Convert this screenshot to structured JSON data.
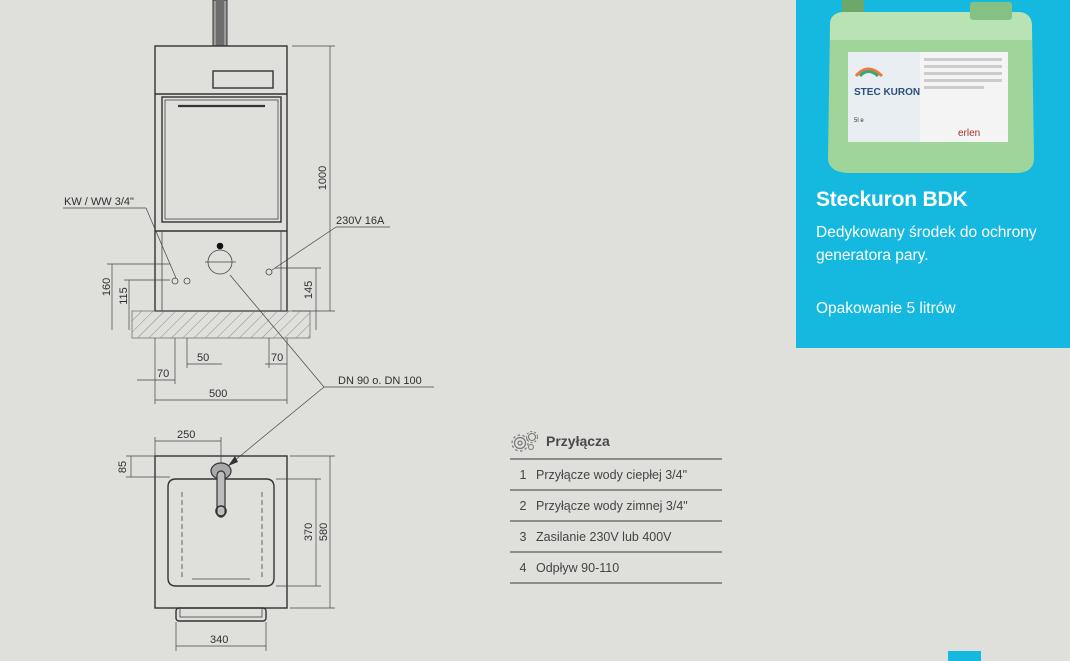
{
  "drawing": {
    "labels": {
      "kw_ww": "KW / WW 3/4\"",
      "power": "230V 16A",
      "drain": "DN 90 o. DN 100",
      "h1000": "1000",
      "h160": "160",
      "h115": "115",
      "h145": "145",
      "w50": "50",
      "w70_left": "70",
      "w70_right": "70",
      "w500": "500",
      "w250": "250",
      "h85": "85",
      "h370": "370",
      "h580": "580",
      "w340": "340"
    }
  },
  "product": {
    "title": "Steckuron BDK",
    "description": "Dedykowany środek do ochrony generatora pary.",
    "package": "Opakowanie 5 litrów",
    "label_brand": "STEC KURON",
    "label_volume": "5l e",
    "label_maker": "erlen"
  },
  "connections": {
    "title": "Przyłącza",
    "items": [
      {
        "num": "1",
        "label": "Przyłącze wody ciepłej 3/4\""
      },
      {
        "num": "2",
        "label": "Przyłącze wody zimnej 3/4\""
      },
      {
        "num": "3",
        "label": "Zasilanie 230V lub 400V"
      },
      {
        "num": "4",
        "label": "Odpływ 90-110"
      }
    ]
  },
  "colors": {
    "accent": "#15b9df",
    "background": "#dfe0dc"
  }
}
